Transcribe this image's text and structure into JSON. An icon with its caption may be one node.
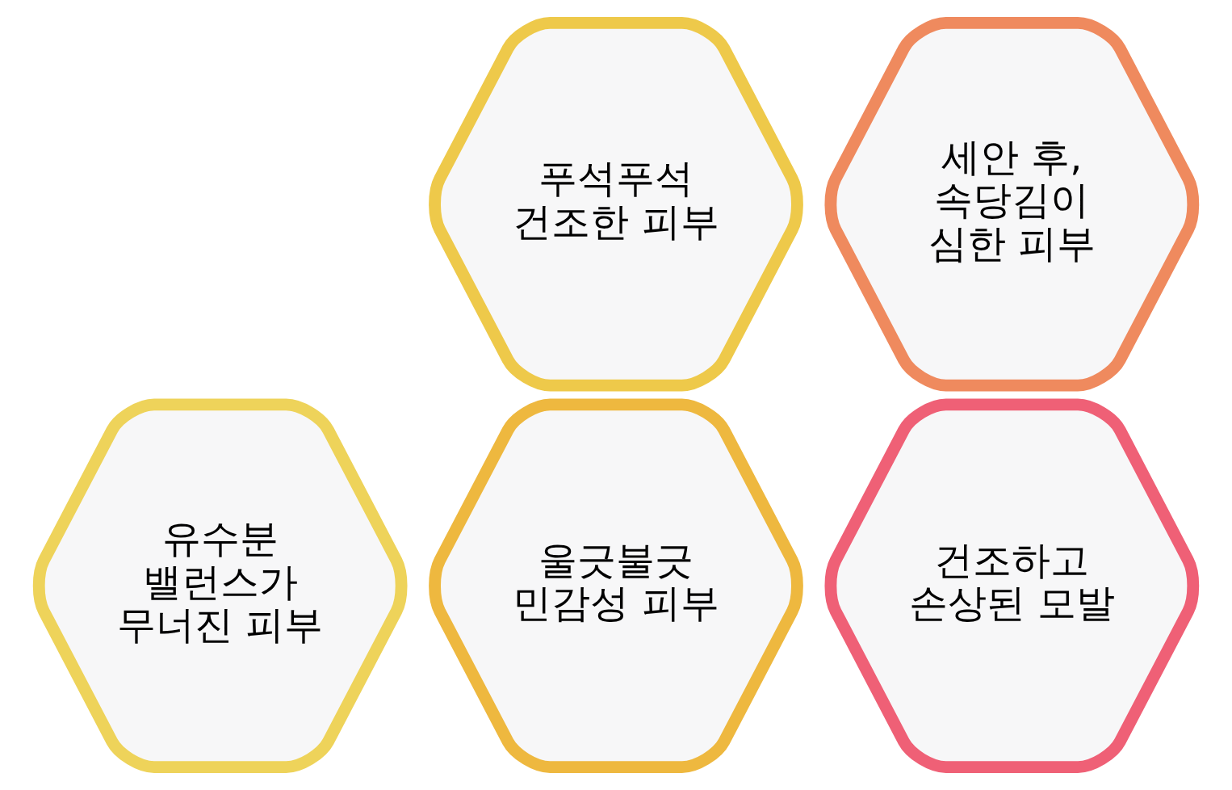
{
  "diagram": {
    "nodes": [
      {
        "text": [
          "푸석푸석 건조한 피부"
        ]
      },
      {
        "text": [
          "세안 후, 속당김이 심한 피부"
        ]
      },
      {
        "text": [
          "유수분 밸런스가 무너진 피부"
        ]
      },
      {
        "text": [
          "울긋불긋 민감성 피부"
        ]
      },
      {
        "text": [
          "건조하고 손상된 모발"
        ]
      }
    ]
  }
}
